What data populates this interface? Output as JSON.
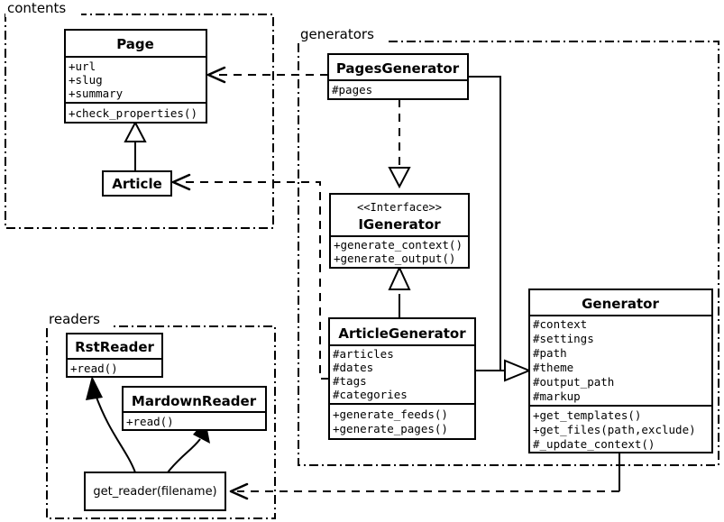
{
  "diagram": {
    "title": "Pelican architecture UML class diagram",
    "background": "#ffffff",
    "stroke": "#000000"
  },
  "packages": [
    {
      "id": "contents",
      "label": "contents"
    },
    {
      "id": "generators",
      "label": "generators"
    },
    {
      "id": "readers",
      "label": "readers"
    }
  ],
  "classes": {
    "page": {
      "name": "Page",
      "attributes": [
        "+url",
        "+slug",
        "+summary"
      ],
      "operations": [
        "+check_properties()"
      ]
    },
    "article": {
      "name": "Article",
      "attributes": [],
      "operations": []
    },
    "pages_generator": {
      "name": "PagesGenerator",
      "attributes": [
        "#pages"
      ],
      "operations": []
    },
    "igenerator": {
      "stereotype": "<<Interface>>",
      "name": "IGenerator",
      "attributes": [],
      "operations": [
        "+generate_context()",
        "+generate_output()"
      ]
    },
    "article_generator": {
      "name": "ArticleGenerator",
      "attributes": [
        "#articles",
        "#dates",
        "#tags",
        "#categories"
      ],
      "operations": [
        "+generate_feeds()",
        "+generate_pages()"
      ]
    },
    "generator": {
      "name": "Generator",
      "attributes": [
        "#context",
        "#settings",
        "#path",
        "#theme",
        "#output_path",
        "#markup"
      ],
      "operations": [
        "+get_templates()",
        "+get_files(path,exclude)",
        "#_update_context()"
      ]
    },
    "rst_reader": {
      "name": "RstReader",
      "attributes": [],
      "operations": [
        "+read()"
      ]
    },
    "mardown_reader": {
      "name": "MardownReader",
      "attributes": [],
      "operations": [
        "+read()"
      ]
    },
    "get_reader": {
      "name": "get_reader(filename)"
    }
  },
  "relationships": [
    {
      "id": "article-inherits-page",
      "kind": "generalization",
      "from": "Article",
      "to": "Page"
    },
    {
      "id": "pagesgenerator-uses-page",
      "kind": "dependency",
      "from": "PagesGenerator",
      "to": "Page"
    },
    {
      "id": "articlegenerator-uses-article",
      "kind": "dependency",
      "from": "ArticleGenerator",
      "to": "Article"
    },
    {
      "id": "pagesgenerator-realizes-igenerator",
      "kind": "realization",
      "from": "PagesGenerator",
      "to": "IGenerator"
    },
    {
      "id": "articlegenerator-realizes-igenerator",
      "kind": "realization",
      "from": "ArticleGenerator",
      "to": "IGenerator"
    },
    {
      "id": "articlegenerator-inherits-generator",
      "kind": "generalization",
      "from": "ArticleGenerator",
      "to": "Generator"
    },
    {
      "id": "pagesgenerator-inherits-generator",
      "kind": "generalization",
      "from": "PagesGenerator",
      "to": "Generator"
    },
    {
      "id": "getreader-creates-rstreader",
      "kind": "creates",
      "from": "get_reader(filename)",
      "to": "RstReader"
    },
    {
      "id": "getreader-creates-mardownreader",
      "kind": "creates",
      "from": "get_reader(filename)",
      "to": "MardownReader"
    },
    {
      "id": "generator-uses-getreader",
      "kind": "dependency",
      "from": "Generator",
      "to": "get_reader(filename)"
    }
  ]
}
